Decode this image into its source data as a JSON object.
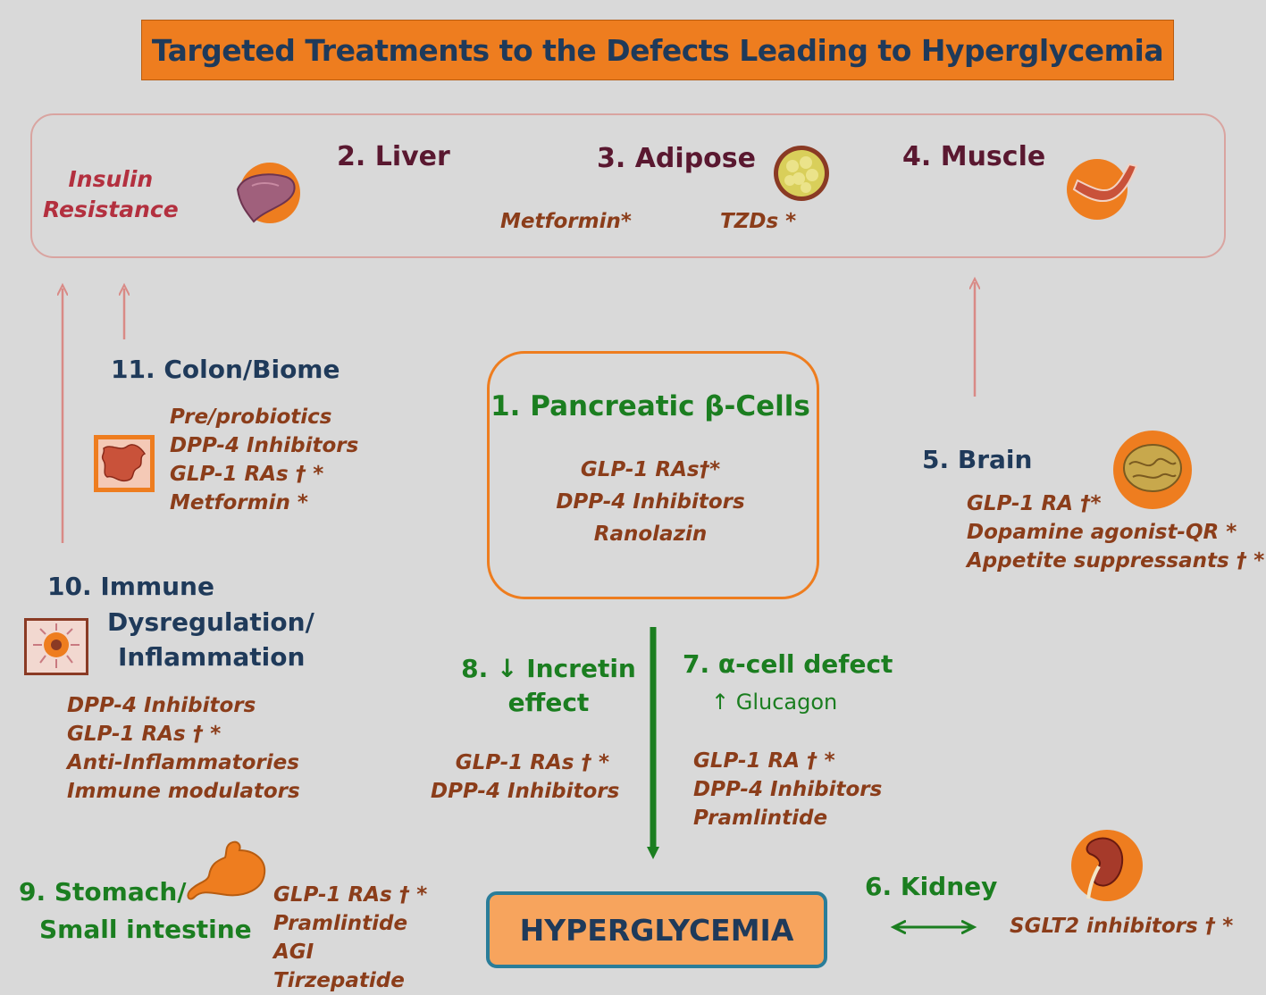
{
  "title": "Targeted Treatments to the Defects Leading to Hyperglycemia",
  "insulin_resistance": {
    "line1": "Insulin",
    "line2": "Resistance"
  },
  "liver": {
    "label": "2. Liver"
  },
  "adipose": {
    "label": "3. Adipose"
  },
  "muscle": {
    "label": "4. Muscle"
  },
  "metformin_label": "Metformin*",
  "tzds_label": "TZDs *",
  "pancreas": {
    "label": "1. Pancreatic β-Cells",
    "drugs": [
      "GLP-1 RAs†*",
      "DPP-4 Inhibitors",
      "Ranolazin"
    ]
  },
  "colon": {
    "label": "11. Colon/Biome",
    "drugs": [
      "Pre/probiotics",
      "DPP-4 Inhibitors",
      "GLP-1 RAs † *",
      "Metformin *"
    ]
  },
  "brain": {
    "label": "5. Brain",
    "drugs": [
      "GLP-1 RA †*",
      "Dopamine agonist-QR *",
      "Appetite suppressants † *"
    ]
  },
  "immune": {
    "line1": "10. Immune",
    "line2": "Dysregulation/",
    "line3": "Inflammation",
    "drugs": [
      "DPP-4 Inhibitors",
      "GLP-1 RAs † *",
      "Anti-Inflammatories",
      "Immune modulators"
    ]
  },
  "incretin": {
    "line1": "8. ↓ Incretin",
    "line2": "effect",
    "drugs": [
      "GLP-1 RAs † *",
      "DPP-4 Inhibitors"
    ]
  },
  "alpha": {
    "label": "7. α-cell defect",
    "sub": "↑ Glucagon",
    "drugs": [
      "GLP-1 RA † *",
      "DPP-4 Inhibitors",
      "Pramlintide"
    ]
  },
  "stomach": {
    "line1": "9. Stomach/",
    "line2": "Small intestine",
    "drugs": [
      "GLP-1 RAs † *",
      "Pramlintide",
      "AGI",
      "Tirzepatide"
    ]
  },
  "kidney": {
    "label": "6.  Kidney",
    "drugs": [
      "SGLT2 inhibitors † *"
    ]
  },
  "hyperglycemia": "HYPERGLYCEMIA",
  "colors": {
    "orange": "#ee7d1f",
    "navy": "#1f3a5a",
    "green": "#1b7e20",
    "drug_brown": "#8b3d1a",
    "arrow_pink": "#d98a86"
  },
  "icons": [
    "liver-icon",
    "adipose-icon",
    "muscle-icon",
    "colon-icon",
    "brain-icon",
    "immune-cell-icon",
    "stomach-icon",
    "kidney-icon"
  ]
}
